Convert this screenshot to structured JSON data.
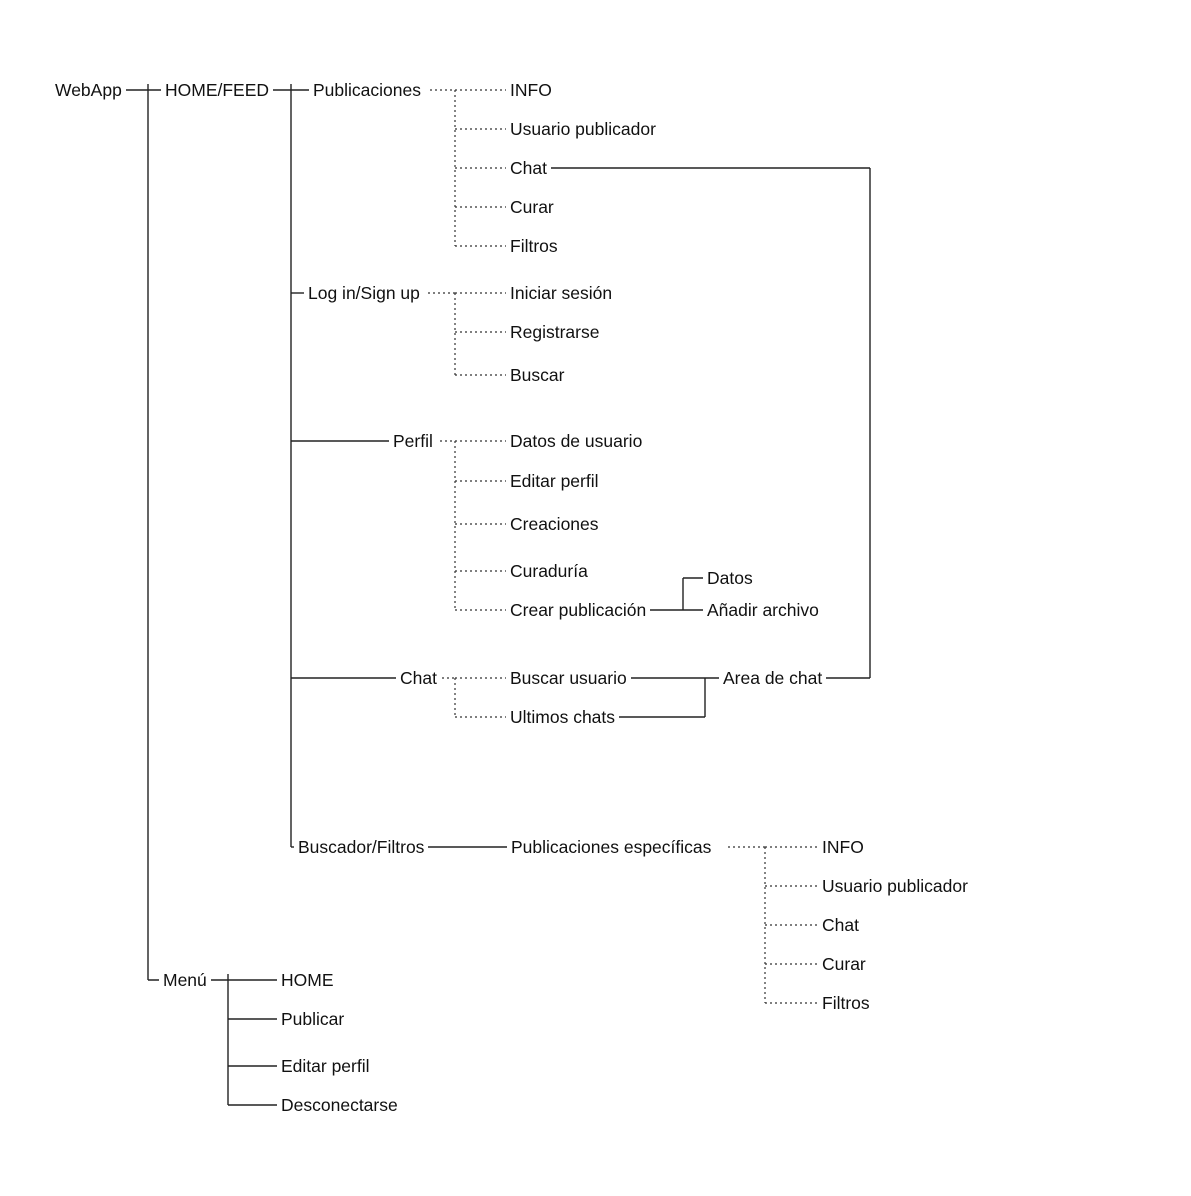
{
  "diagram": {
    "type": "tree",
    "colors": {
      "line": "#222222",
      "dotted_line": "#333333",
      "text": "#111111",
      "background": "#ffffff"
    },
    "tree": {
      "label": "WebApp",
      "children": [
        {
          "label": "HOME/FEED",
          "children": [
            {
              "label": "Publicaciones",
              "children": [
                {
                  "label": "INFO"
                },
                {
                  "label": "Usuario publicador"
                },
                {
                  "label": "Chat",
                  "links_to": "Area de chat"
                },
                {
                  "label": "Curar"
                },
                {
                  "label": "Filtros"
                }
              ]
            },
            {
              "label": "Log in/Sign up",
              "children": [
                {
                  "label": "Iniciar sesión"
                },
                {
                  "label": "Registrarse"
                },
                {
                  "label": "Buscar"
                }
              ]
            },
            {
              "label": "Perfil",
              "children": [
                {
                  "label": "Datos de usuario"
                },
                {
                  "label": "Editar perfil"
                },
                {
                  "label": "Creaciones"
                },
                {
                  "label": "Curaduría"
                },
                {
                  "label": "Crear publicación",
                  "children": [
                    {
                      "label": "Datos"
                    },
                    {
                      "label": "Añadir archivo"
                    }
                  ]
                }
              ]
            },
            {
              "label": "Chat",
              "children": [
                {
                  "label": "Buscar usuario",
                  "children": [
                    {
                      "label": "Area de chat"
                    }
                  ]
                },
                {
                  "label": "Ultimos chats",
                  "links_to": "Area de chat"
                }
              ]
            },
            {
              "label": "Buscador/Filtros",
              "children": [
                {
                  "label": "Publicaciones específicas",
                  "children": [
                    {
                      "label": "INFO"
                    },
                    {
                      "label": "Usuario publicador"
                    },
                    {
                      "label": "Chat"
                    },
                    {
                      "label": "Curar"
                    },
                    {
                      "label": "Filtros"
                    }
                  ]
                }
              ]
            }
          ]
        },
        {
          "label": "Menú",
          "children": [
            {
              "label": "HOME"
            },
            {
              "label": "Publicar"
            },
            {
              "label": "Editar perfil"
            },
            {
              "label": "Desconectarse"
            }
          ]
        }
      ]
    }
  }
}
